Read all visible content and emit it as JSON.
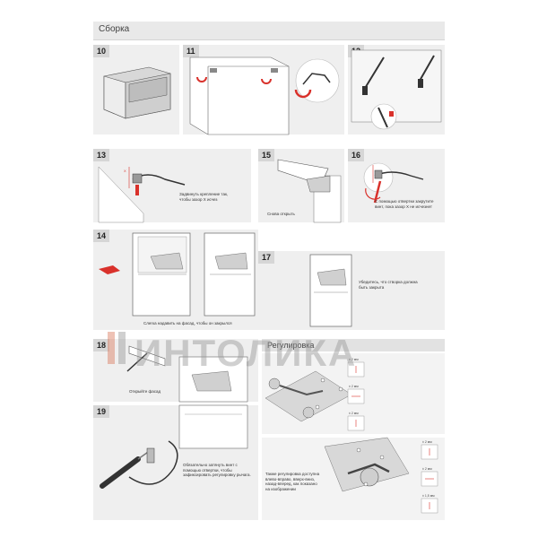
{
  "header": {
    "title": "Сборка"
  },
  "steps": {
    "s10": "10",
    "s11": "11",
    "s12": "12",
    "s13": "13",
    "s14": "14",
    "s15": "15",
    "s16": "16",
    "s17": "17",
    "s18": "18",
    "s19": "19"
  },
  "captions": {
    "c13": "Задвинуть крепление так, чтобы зазор X исчез",
    "c15": "Снова открыть",
    "c16": "С помощью отвертки закрутите винт, пока зазор X не исчезнет",
    "c14": "Слегка надавить на фасад, чтобы он закрылся",
    "c17": "Убедитесь, что створка должна быть закрыта",
    "c18": "Открыйте фасад",
    "c19": "Обязательно затянуть винт с помощью отвертки, чтобы зафиксировать регулировку рычага.",
    "creg": "Также регулировка доступна влево-вправо, вверх-вниз, назад-вперед, как показано на изображении"
  },
  "adjust": {
    "title": "Регулировка",
    "top_labels": [
      "± 2 мм",
      "± 2 мм",
      "± 2 мм"
    ],
    "bottom_labels": [
      "± 2 мм",
      "± 2 мм",
      "± 1,5 мм"
    ]
  },
  "watermark": {
    "text": "ИНТОЛИКА"
  },
  "colors": {
    "accent": "#d9312b",
    "panel": "#efefef",
    "header": "#e9e9e9"
  }
}
